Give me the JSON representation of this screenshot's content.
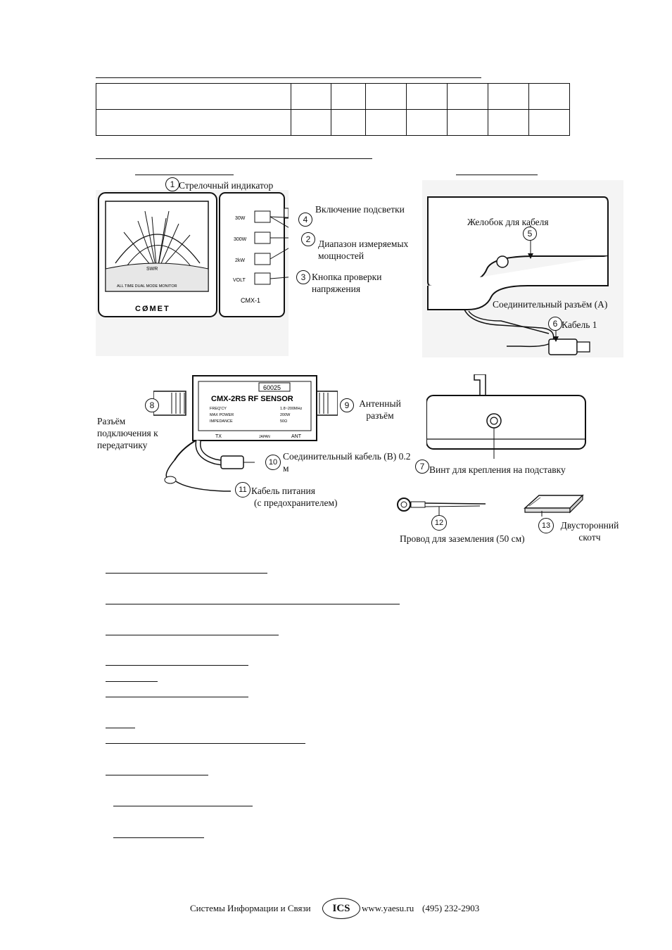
{
  "labels": {
    "indicator": "Стрелочный индикатор",
    "backlight": "Включение подсветки",
    "range": "Диапазон измеряемых мощностей",
    "voltage_check": "Кнопка проверки напряжения",
    "cable_groove": "Желобок для кабеля",
    "connector_a": "Соединительный разъём (A)",
    "cable1": "Кабель 1",
    "tx_connector": "Разъём подключения к передатчику",
    "antenna_connector": "Антенный разъём",
    "cable_b": "Соединительный кабель (B) 0.2 м",
    "power_cable_1": "Кабель питания",
    "power_cable_2": "(с предохранителем)",
    "mount_screw": "Винт для крепления на подставку",
    "ground_wire": "Провод для заземления (50 см)",
    "tape": "Двусторонний скотч"
  },
  "numbers": {
    "n1": "1",
    "n2": "2",
    "n3": "3",
    "n4": "4",
    "n5": "5",
    "n6": "6",
    "n7": "7",
    "n8": "8",
    "n9": "9",
    "n10": "10",
    "n11": "11",
    "n12": "12",
    "n13": "13"
  },
  "meter": {
    "btn_30w": "30W",
    "btn_300w": "300W",
    "btn_2kw": "2kW",
    "btn_volt": "VOLT",
    "model": "CMX-1",
    "brand": "CØMET",
    "swr": "SWR",
    "scale_caption": "ALL TIME DUAL MODE MONITOR"
  },
  "sensor": {
    "serial": "60025",
    "title": "CMX-2RS RF SENSOR",
    "rows": [
      [
        "FREQ'CY",
        "1.8~200MHz"
      ],
      [
        "MAX POWER",
        "200W"
      ],
      [
        "IMPEDANCE",
        "50Ω"
      ]
    ],
    "tx": "TX",
    "ant": "ANT",
    "made": "JAPAN"
  },
  "footer": {
    "company": "Системы Информации и Связи",
    "logo": "ICS",
    "site": "www.yaesu.ru",
    "phone": "(495) 232-2903"
  }
}
